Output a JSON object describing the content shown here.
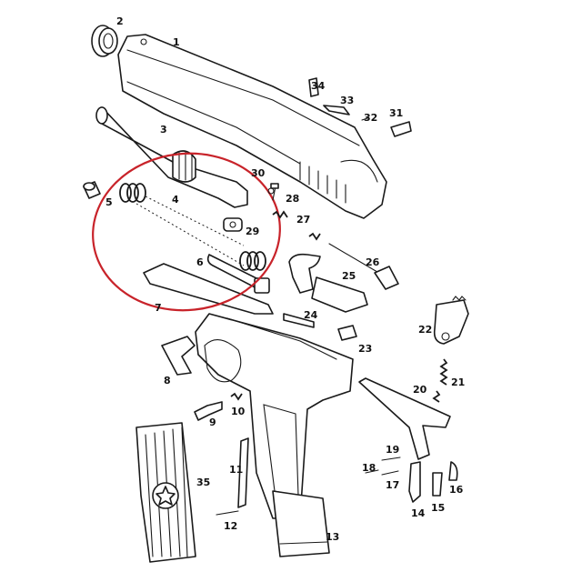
{
  "labels": {
    "p1": "1",
    "p2": "2",
    "p3": "3",
    "p4": "4",
    "p5": "5",
    "p6": "6",
    "p7": "7",
    "p8": "8",
    "p9": "9",
    "p10": "10",
    "p11": "11",
    "p12": "12",
    "p13": "13",
    "p14": "14",
    "p15": "15",
    "p16": "16",
    "p17": "17",
    "p18": "18",
    "p19": "19",
    "p20": "20",
    "p21": "21",
    "p22": "22",
    "p23": "23",
    "p24": "24",
    "p25": "25",
    "p26": "26",
    "p27": "27",
    "p28": "28",
    "p29": "29",
    "p30": "30",
    "p31": "31",
    "p32": "32",
    "p33": "33",
    "p34": "34",
    "p35": "35"
  },
  "colors": {
    "line": "#1a1a1a",
    "highlight": "#c8232a",
    "background": "#ffffff"
  },
  "icons": {
    "grip_emblem": "star-emblem-icon"
  }
}
